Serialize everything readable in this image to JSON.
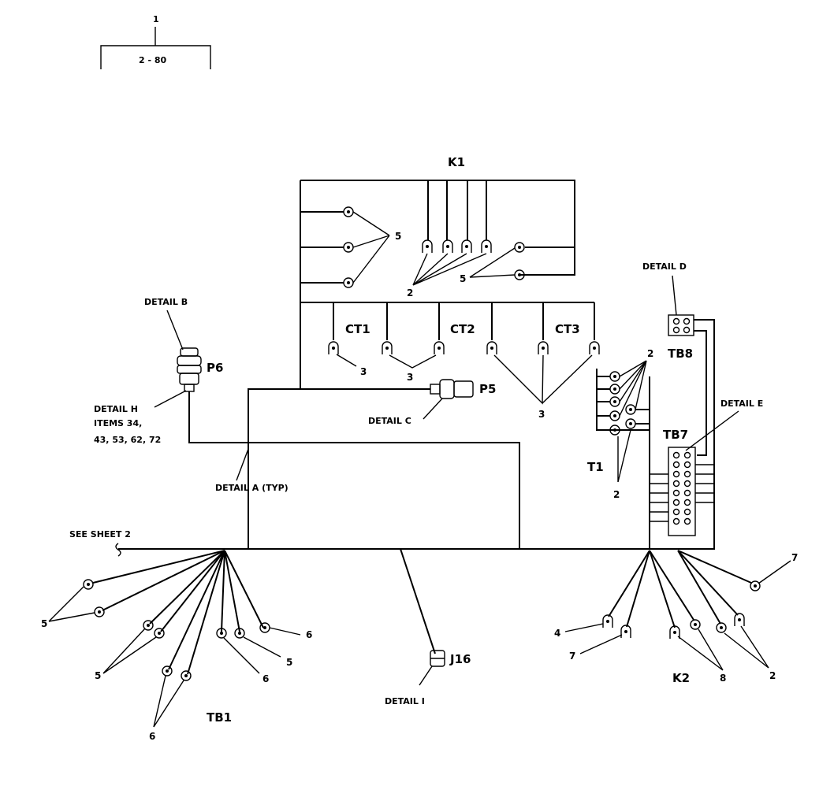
{
  "index_box": {
    "item_number": "1",
    "ref": "2 - 80"
  },
  "components": {
    "k1": "K1",
    "ct1": "CT1",
    "ct2": "CT2",
    "ct3": "CT3",
    "p5": "P5",
    "p6": "P6",
    "tb8": "TB8",
    "tb7": "TB7",
    "t1": "T1",
    "j16": "J16",
    "tb1": "TB1",
    "k2": "K2"
  },
  "callouts": {
    "detail_b": "DETAIL B",
    "detail_c": "DETAIL C",
    "detail_d": "DETAIL D",
    "detail_e": "DETAIL E",
    "detail_h": "DETAIL H",
    "items_line1": "ITEMS 34,",
    "items_line2": "43, 53, 62, 72",
    "detail_a": "DETAIL A (TYP)",
    "see_sheet": "SEE SHEET 2",
    "detail_i": "DETAIL I"
  },
  "numbers": {
    "k1_5": "5",
    "k1_2": "2",
    "k1_5b": "5",
    "ct1_3": "3",
    "ct2_3": "3",
    "ct3_3": "3",
    "t1_2a": "2",
    "t1_2b": "2",
    "tb1_5a": "5",
    "tb1_5b": "5",
    "tb1_6a": "6",
    "tb1_6b": "6",
    "tb1_5c": "5",
    "tb1_6c": "6",
    "k2_4": "4",
    "k2_7a": "7",
    "k2_8": "8",
    "k2_2": "2",
    "k2_7b": "7"
  }
}
